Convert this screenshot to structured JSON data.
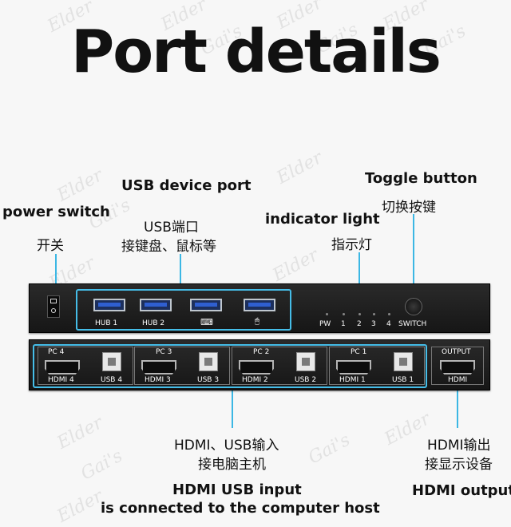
{
  "title": "Port details",
  "watermark": [
    "Elder",
    "Gai's"
  ],
  "labels": {
    "usb_device_port": "USB device port",
    "usb_device_port_cn_1": "USB端口",
    "usb_device_port_cn_2": "接键盘、鼠标等",
    "power_switch": "power switch",
    "power_switch_cn": "开关",
    "indicator_light": "indicator light",
    "indicator_light_cn": "指示灯",
    "toggle_button": "Toggle button",
    "toggle_button_cn": "切换按键",
    "hdmi_usb_cn_1": "HDMI、USB输入",
    "hdmi_usb_cn_2": "接电脑主机",
    "hdmi_usb_input_1": "HDMI USB input",
    "hdmi_usb_input_2": "is connected to the computer host",
    "hdmi_output_cn_1": "HDMI输出",
    "hdmi_output_cn_2": "接显示设备",
    "hdmi_output": "HDMI output"
  },
  "front_panel": {
    "ports": [
      "HUB 1",
      "HUB 2",
      "⌨",
      "🖱"
    ],
    "indicators": [
      "PW",
      "1",
      "2",
      "3",
      "4"
    ],
    "switch_label": "SWITCH"
  },
  "rear_panel": {
    "groups": [
      {
        "pc": "PC 4",
        "hdmi": "HDMI 4",
        "usb": "USB 4"
      },
      {
        "pc": "PC 3",
        "hdmi": "HDMI 3",
        "usb": "USB 3"
      },
      {
        "pc": "PC 2",
        "hdmi": "HDMI 2",
        "usb": "USB 2"
      },
      {
        "pc": "PC 1",
        "hdmi": "HDMI 1",
        "usb": "USB 1"
      }
    ],
    "output_top": "OUTPUT",
    "output_bottom": "HDMI"
  },
  "colors": {
    "accent": "#45bde8",
    "panel": "#1e1e1e",
    "text": "#111111"
  }
}
